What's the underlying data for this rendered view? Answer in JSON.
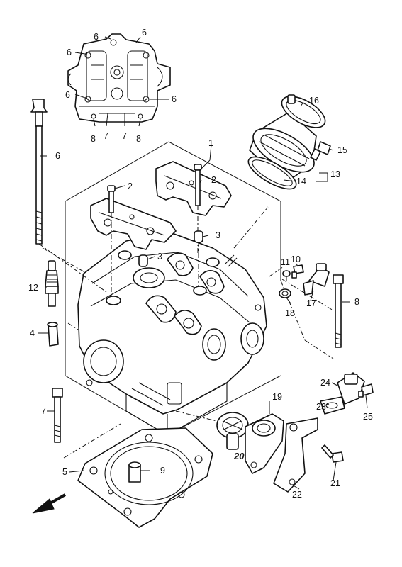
{
  "diagram": {
    "callouts": {
      "c1": "1",
      "c2a": "2",
      "c2b": "2",
      "c3a": "3",
      "c3b": "3",
      "c4": "4",
      "c5": "5",
      "c6_side": "6",
      "c6_i1": "6",
      "c6_i2": "6",
      "c6_i3": "6",
      "c6_i4": "6",
      "c6_i5": "6",
      "c7_side": "7",
      "c7_i1": "7",
      "c7_i2": "7",
      "c8_side": "8",
      "c8_i1": "8",
      "c8_i2": "8",
      "c9": "9",
      "c10": "10",
      "c11": "11",
      "c12": "12",
      "c13": "13",
      "c14": "14",
      "c15": "15",
      "c16": "16",
      "c17": "17",
      "c18": "18",
      "c19": "19",
      "c20": "20",
      "c21": "21",
      "c22": "22",
      "c23": "23",
      "c24": "24",
      "c25": "25"
    },
    "arrow_icon": "front-direction-arrow-icon"
  }
}
